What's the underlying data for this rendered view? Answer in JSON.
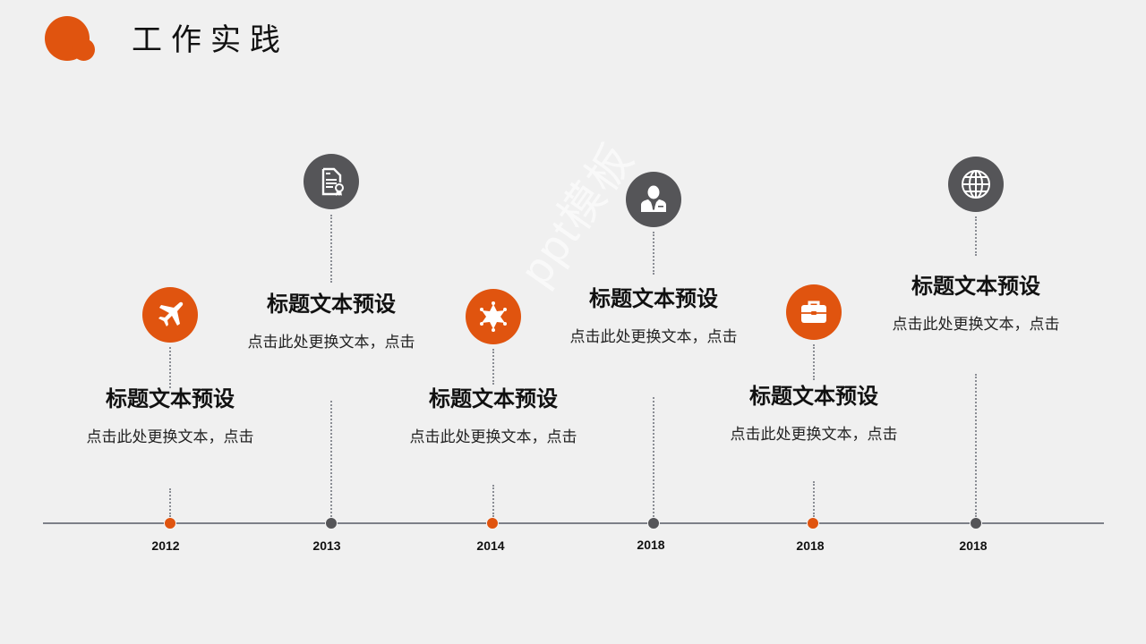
{
  "header": {
    "title": "工作实践"
  },
  "colors": {
    "accent": "#e0540f",
    "dark": "#555558",
    "axis": "#7d8088",
    "background": "#f0f0f0"
  },
  "watermark": "ppt模板",
  "timeline": [
    {
      "year": "2012",
      "icon": "airplane-icon",
      "color": "orange",
      "title": "标题文本预设",
      "desc": "点击此处更换文本，点击"
    },
    {
      "year": "2013",
      "icon": "certificate-icon",
      "color": "dark",
      "title": "标题文本预设",
      "desc": "点击此处更换文本，点击"
    },
    {
      "year": "2014",
      "icon": "sheriff-star-icon",
      "color": "orange",
      "title": "标题文本预设",
      "desc": "点击此处更换文本，点击"
    },
    {
      "year": "2018",
      "icon": "businessman-icon",
      "color": "dark",
      "title": "标题文本预设",
      "desc": "点击此处更换文本，点击"
    },
    {
      "year": "2018",
      "icon": "briefcase-icon",
      "color": "orange",
      "title": "标题文本预设",
      "desc": "点击此处更换文本，点击"
    },
    {
      "year": "2018",
      "icon": "globe-icon",
      "color": "dark",
      "title": "标题文本预设",
      "desc": "点击此处更换文本，点击"
    }
  ]
}
